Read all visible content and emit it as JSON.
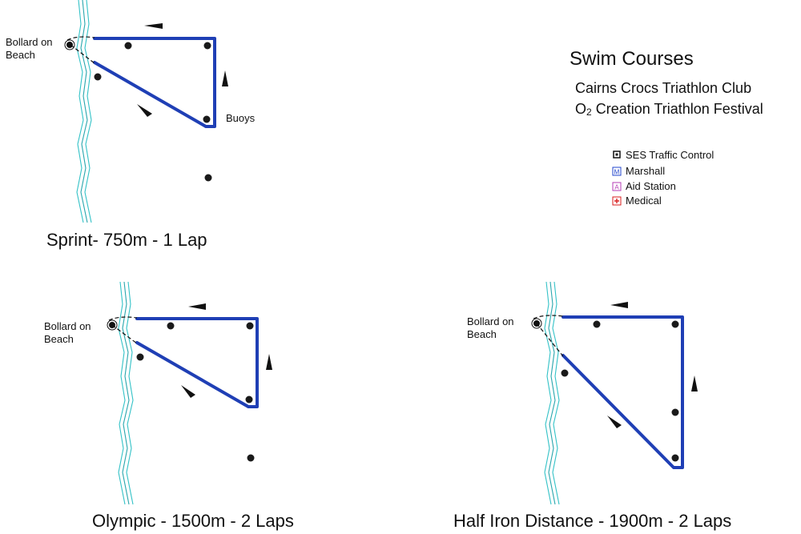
{
  "titles": {
    "main": "Swim Courses",
    "club": "Cairns Crocs Triathlon Club",
    "festival_prefix": "O",
    "festival_sub": "2",
    "festival_rest": " Creation Triathlon Festival"
  },
  "legend": {
    "traffic": {
      "label": "SES Traffic Control",
      "color": "#111111"
    },
    "marshall": {
      "label": "Marshall",
      "glyph": "M",
      "color": "#2244cc"
    },
    "aid": {
      "label": "Aid Station",
      "glyph": "A",
      "color": "#b43cb4"
    },
    "medical": {
      "label": "Medical",
      "glyph": "+",
      "color": "#d81e1e"
    }
  },
  "courses": {
    "sprint": {
      "title": "Sprint- 750m - 1 Lap",
      "bollard_line1": "Bollard on",
      "bollard_line2": "Beach",
      "buoys_label": "Buoys"
    },
    "olympic": {
      "title": "Olympic - 1500m - 2 Laps",
      "bollard_line1": "Bollard on",
      "bollard_line2": "Beach"
    },
    "half_iron": {
      "title": "Half Iron Distance - 1900m - 2 Laps",
      "bollard_line1": "Bollard on",
      "bollard_line2": "Beach"
    }
  },
  "colors": {
    "route": "#1f3fb5",
    "shore": "#33c2c7",
    "buoy": "#1a1a1a"
  }
}
